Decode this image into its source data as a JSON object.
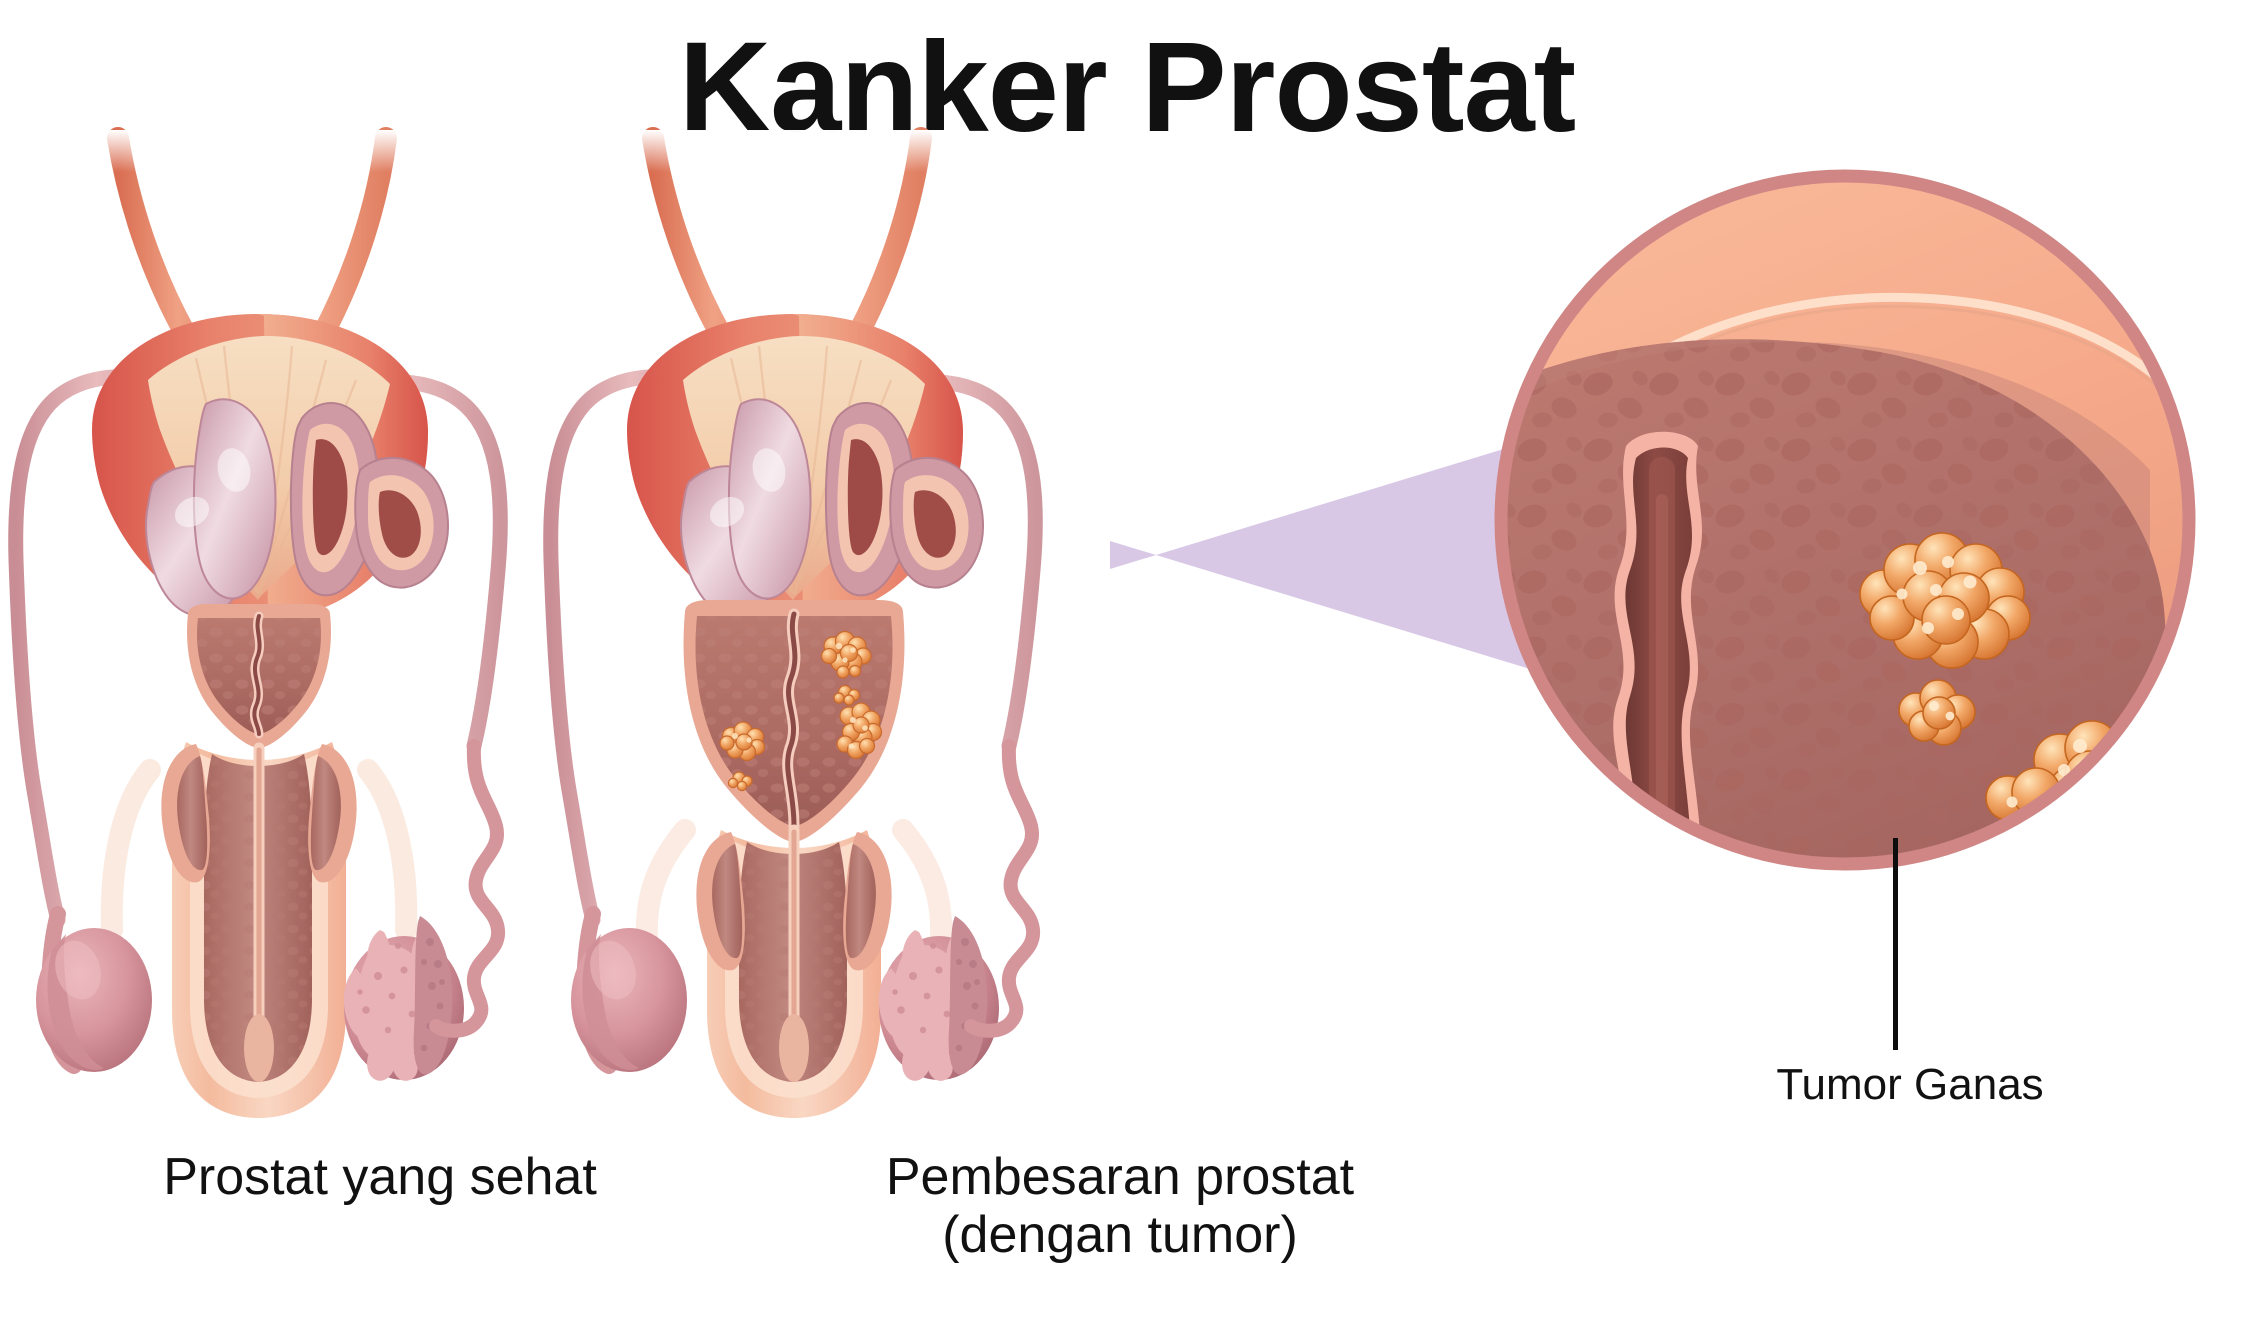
{
  "title": "Kanker Prostat",
  "language": "Indonesian",
  "captions": {
    "healthy": "Prostat yang sehat",
    "enlarged": "Pembesaran prostat\n(dengan tumor)",
    "tumor": "Tumor Ganas"
  },
  "figures": [
    {
      "id": "healthy",
      "label": "Prostat yang sehat",
      "prostate_state": "normal",
      "tumor_count": 0,
      "parts": [
        "bladder",
        "ureter-left",
        "ureter-right",
        "vas-deferens-left",
        "vas-deferens-right",
        "seminal-vesicle-intact",
        "seminal-vesicle-cut",
        "prostate",
        "urethra",
        "penis-shaft",
        "testicle-left",
        "testicle-right-cutaway",
        "epididymis"
      ]
    },
    {
      "id": "enlarged",
      "label": "Pembesaran prostat (dengan tumor)",
      "prostate_state": "enlarged",
      "tumor_count": 3,
      "parts": [
        "bladder",
        "ureter-left",
        "ureter-right",
        "vas-deferens-left",
        "vas-deferens-right",
        "seminal-vesicle-intact",
        "seminal-vesicle-cut",
        "prostate-enlarged",
        "urethra",
        "tumor-cluster",
        "penis-shaft",
        "testicle-left",
        "testicle-right-cutaway",
        "epididymis"
      ]
    },
    {
      "id": "magnifier",
      "label": "Tumor Ganas",
      "parts": [
        "prostate-capsule",
        "prostate-tissue",
        "urethra-lumen",
        "tumor-cluster-upper",
        "tumor-cluster-lower",
        "leader-line"
      ]
    }
  ],
  "colors": {
    "background": "#ffffff",
    "text": "#111111",
    "bladder_dome": "#f6d6b6",
    "bladder_wall": "#e98c72",
    "bladder_wall_dark": "#d9604f",
    "ureter": "#ed8a6e",
    "vas_deferens": "#dba0a6",
    "seminal_vesicle": "#d9a6b4",
    "seminal_vesicle_cut": "#b75a5a",
    "prostate_outline": "#e8a894",
    "prostate_tissue": "#b06a63",
    "prostate_tissue_dark": "#9c5a55",
    "urethra_lumen": "#8b4a46",
    "tumor": "#e8803f",
    "tumor_highlight": "#fbd9a6",
    "penis_skin": "#f2b79c",
    "corpus": "#b5736b",
    "testicle": "#d898a0",
    "magnifier_rim": "#cf8685",
    "magnifier_capsule": "#f6ad8d",
    "magnifier_tissue": "#b8756c",
    "cone_purple": "#c9b3dc",
    "leader_line": "#0d0d0d"
  }
}
